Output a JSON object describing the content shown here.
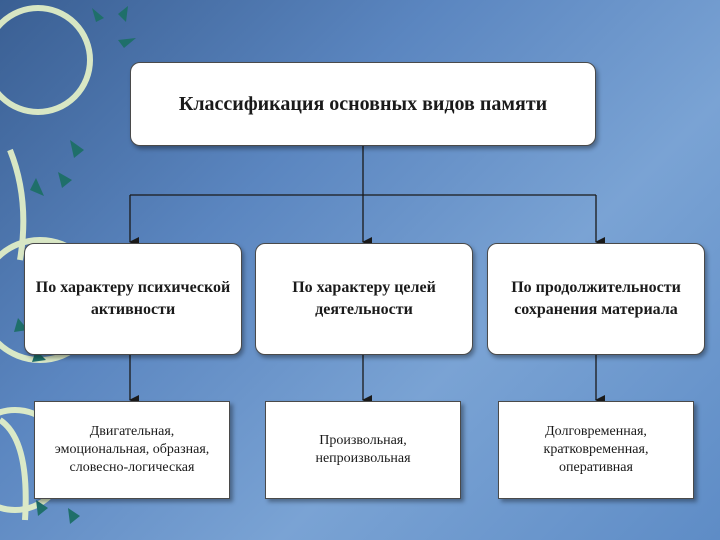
{
  "diagram": {
    "title": "Классификация основных видов памяти",
    "categories": [
      {
        "label": "По характеру психической активности",
        "types": "Двигательная, эмоциональная, образная, словесно-логическая"
      },
      {
        "label": "По характеру целей деятельности",
        "types": "Произвольная, непроизвольная"
      },
      {
        "label": "По продолжительности сохранения материала",
        "types": "Долговременная, кратковременная, оперативная"
      }
    ]
  },
  "colors": {
    "background": "#5b86c0",
    "box_fill": "#ffffff",
    "box_border": "#4a4a4a",
    "connector": "#1a1a1a",
    "decoration": "#e8f4c8",
    "decoration_accent": "#1f6f6a"
  }
}
